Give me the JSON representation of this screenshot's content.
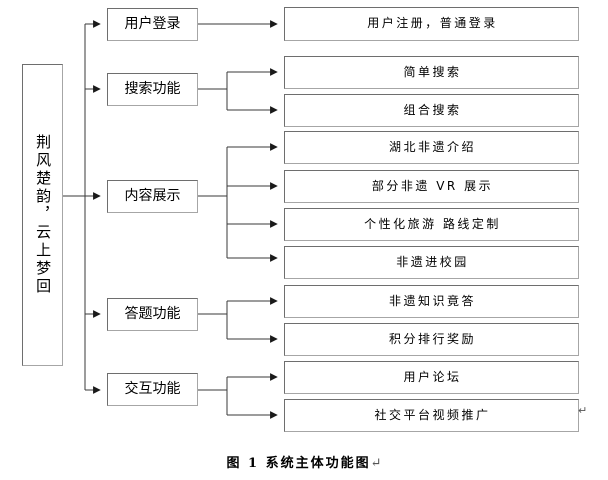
{
  "figure": {
    "caption": "图 1 系统主体功能图",
    "caption_mark": "↵",
    "corner_mark": "↵"
  },
  "diagram": {
    "type": "tree-hierarchy",
    "root": {
      "label": "荆风楚韵，云上梦回",
      "orientation": "vertical"
    },
    "branches": [
      {
        "label": "用户登录",
        "leaves": [
          {
            "label": "用户注册，普通登录"
          }
        ]
      },
      {
        "label": "搜索功能",
        "leaves": [
          {
            "label": "简单搜索"
          },
          {
            "label": "组合搜索"
          }
        ]
      },
      {
        "label": "内容展示",
        "leaves": [
          {
            "label": "湖北非遗介绍"
          },
          {
            "label": "部分非遗 VR 展示"
          },
          {
            "label": "个性化旅游 路线定制"
          },
          {
            "label": "非遗进校园"
          }
        ]
      },
      {
        "label": "答题功能",
        "leaves": [
          {
            "label": "非遗知识竟答"
          },
          {
            "label": "积分排行奖励"
          }
        ]
      },
      {
        "label": "交互功能",
        "leaves": [
          {
            "label": "用户论坛"
          },
          {
            "label": "社交平台视频推广"
          }
        ]
      }
    ]
  },
  "style": {
    "box_border": "#a6a6a6",
    "box_border_dark": "#6e6e6e",
    "line_color": "#3a3a3a",
    "background": "#ffffff"
  }
}
